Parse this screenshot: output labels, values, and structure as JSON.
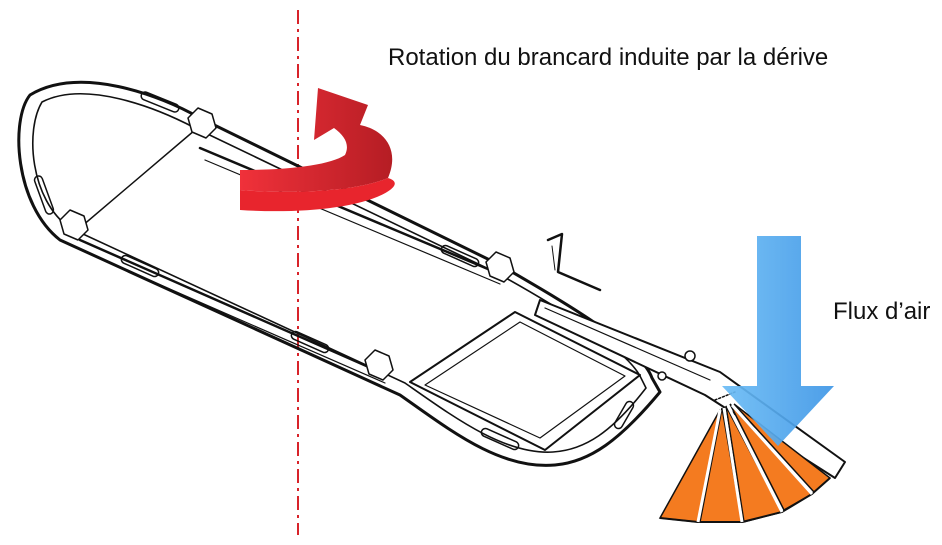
{
  "labels": {
    "rotation": "Rotation du brancard induite par la dérive",
    "airflow": "Flux d’air"
  },
  "colors": {
    "rotation_arrow": "#e8252d",
    "airflow_arrow": "#4aa6f0",
    "drogue_fill": "#f47b20",
    "axis_line": "#d8232a",
    "outline": "#111111"
  },
  "icons": {
    "rotation": "curved-rotation-arrow",
    "airflow": "downward-arrow"
  }
}
